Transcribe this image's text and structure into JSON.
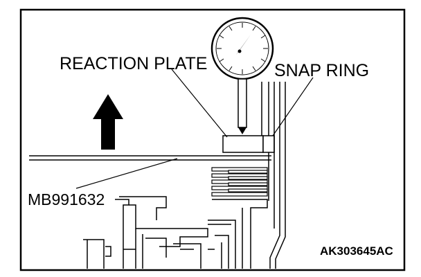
{
  "diagram": {
    "labels": {
      "reaction_plate": "REACTION PLATE",
      "snap_ring": "SNAP RING",
      "tool": "MB991632",
      "figure_code": "AK303645AC"
    },
    "colors": {
      "ink": "#000000",
      "paper": "#ffffff"
    },
    "icons": {
      "gauge": "dial-gauge-icon",
      "arrow": "arrow-up-icon"
    }
  }
}
